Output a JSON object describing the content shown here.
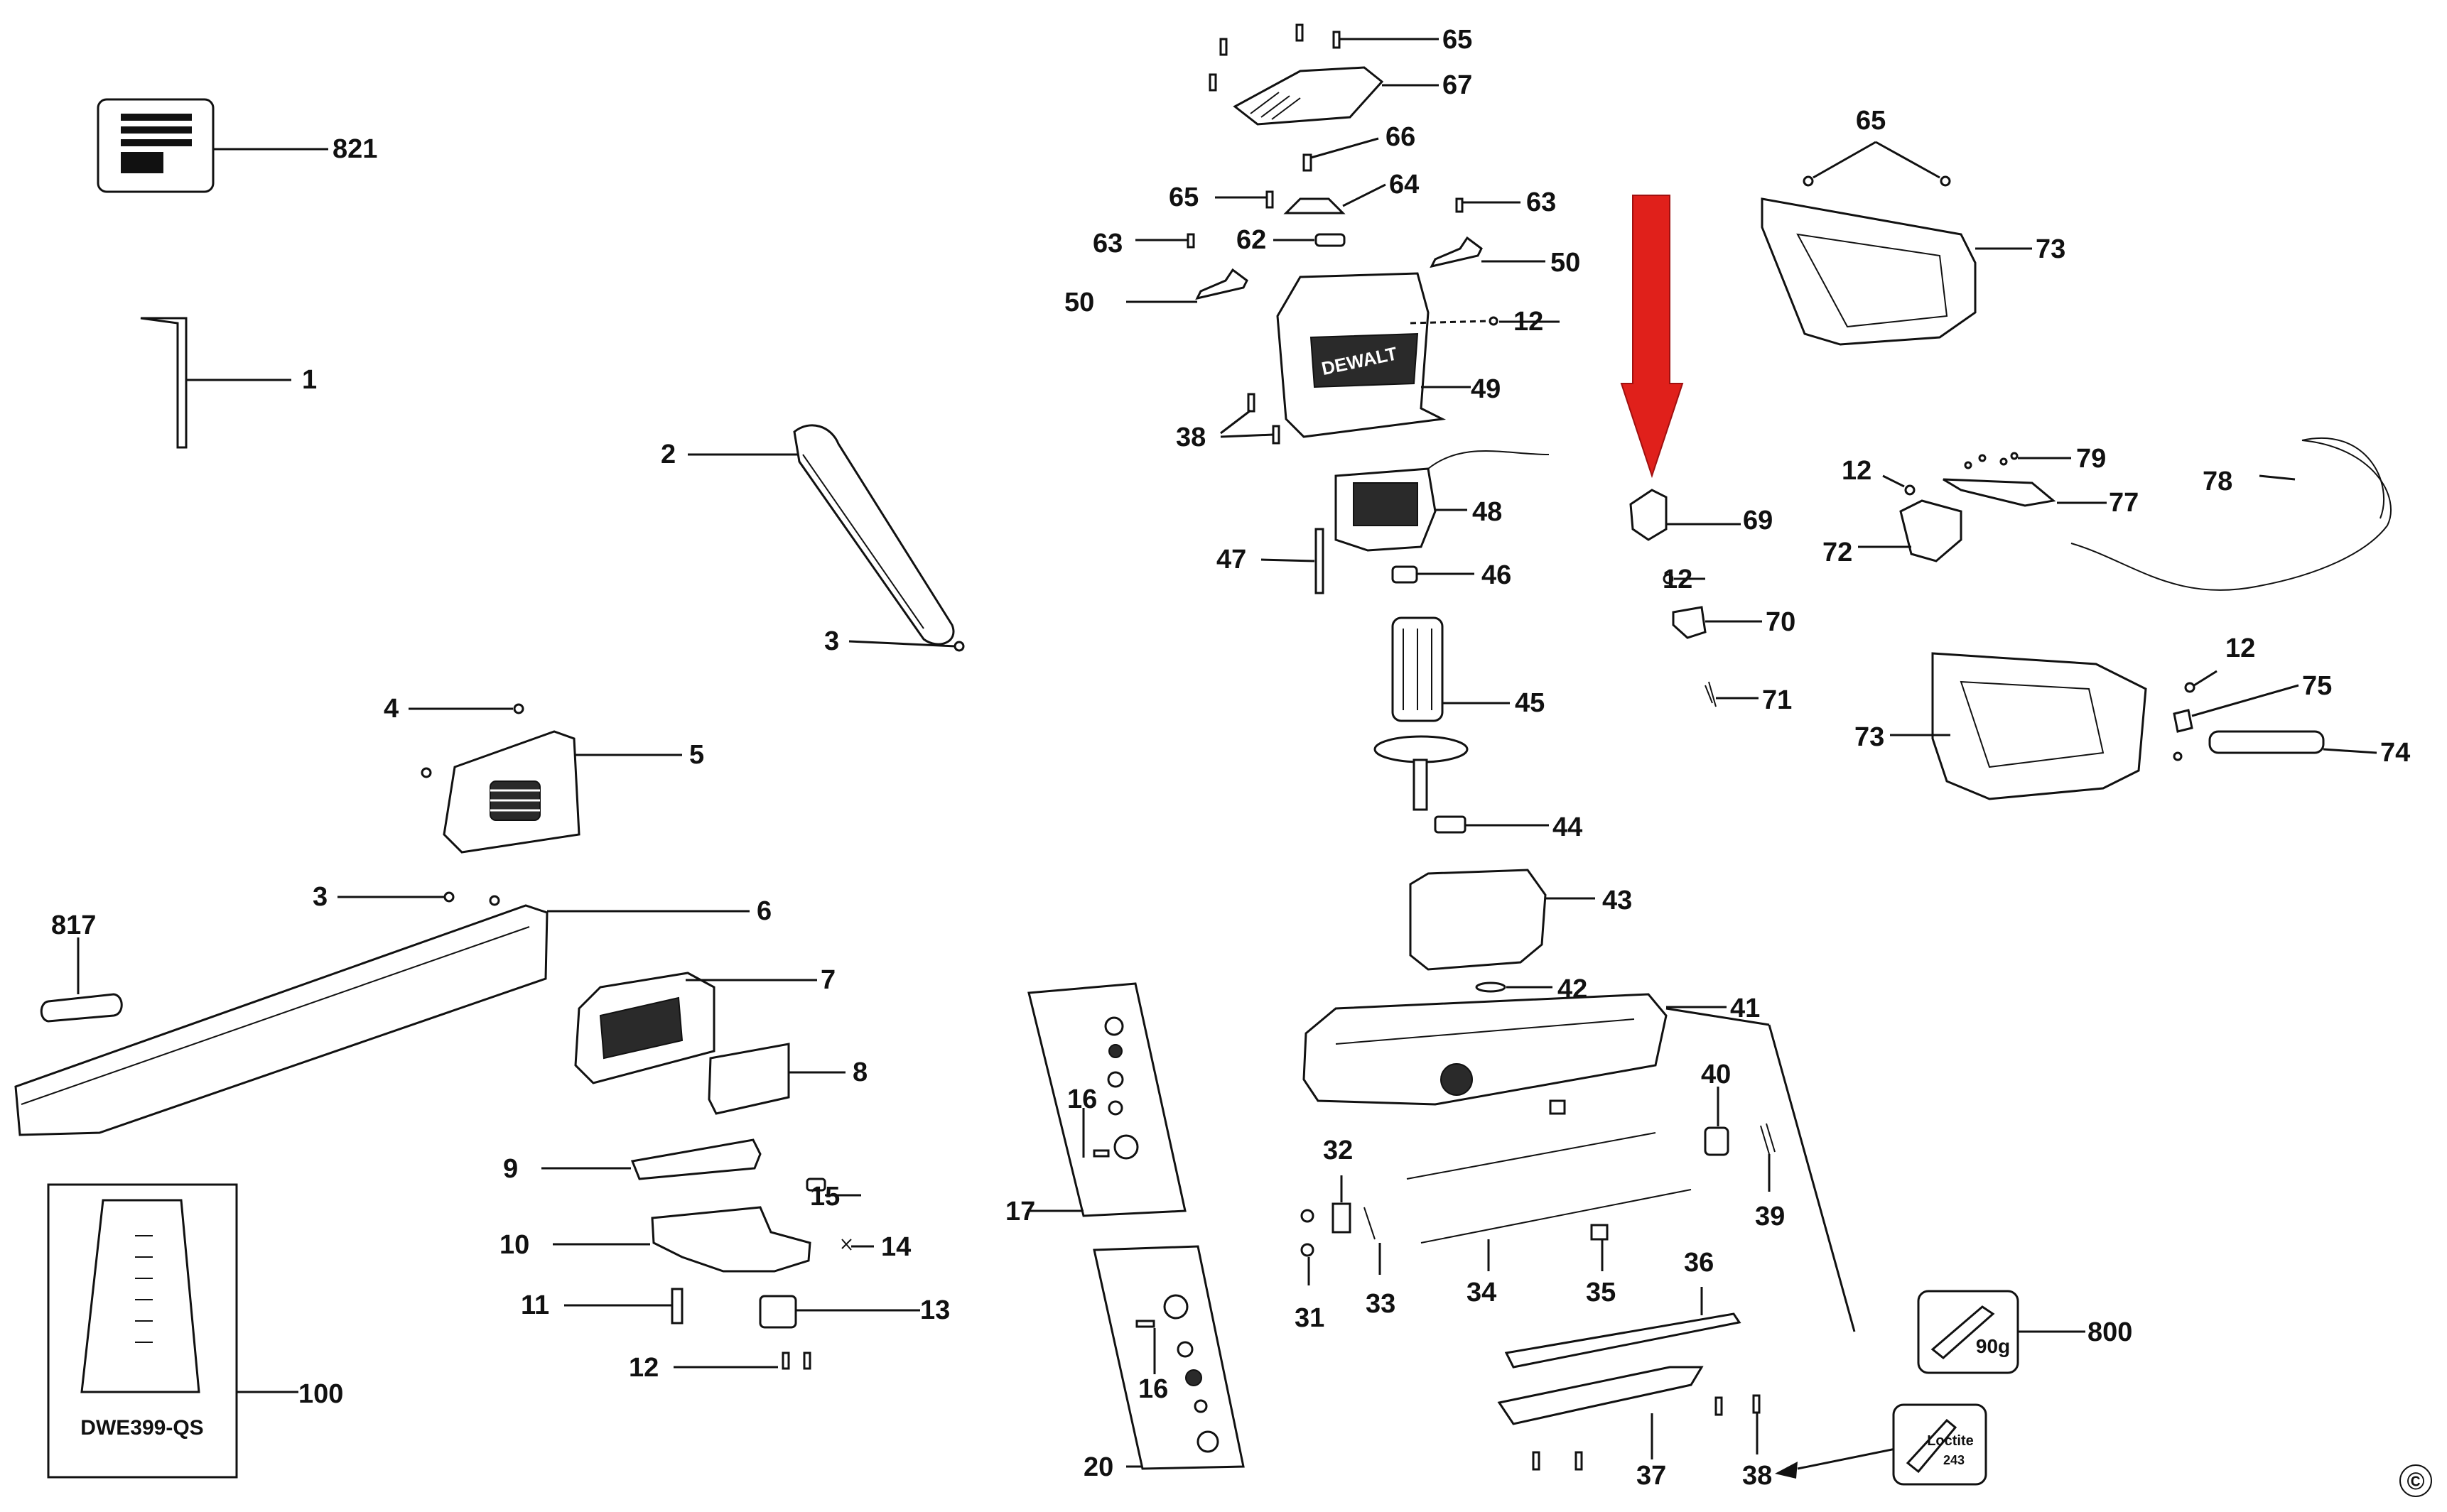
{
  "model_code": "DWE399-QS",
  "copyright_symbol": "©",
  "brand_on_housing": "DEWALT",
  "grease_weight": "90g",
  "loctite_name": "Loctite",
  "loctite_number": "243",
  "highlight_arrow_color": "#e0201b",
  "part_numbers": [
    "1",
    "2",
    "3",
    "3",
    "4",
    "5",
    "6",
    "7",
    "8",
    "9",
    "10",
    "11",
    "12",
    "12",
    "12",
    "12",
    "12",
    "13",
    "14",
    "15",
    "16",
    "16",
    "17",
    "20",
    "31",
    "32",
    "33",
    "34",
    "35",
    "36",
    "37",
    "38",
    "38",
    "39",
    "40",
    "41",
    "42",
    "43",
    "44",
    "45",
    "46",
    "47",
    "48",
    "49",
    "50",
    "50",
    "62",
    "63",
    "63",
    "64",
    "65",
    "65",
    "65",
    "67",
    "66",
    "69",
    "70",
    "71",
    "72",
    "73",
    "73",
    "74",
    "75",
    "77",
    "78",
    "79",
    "100",
    "800",
    "817",
    "821"
  ]
}
